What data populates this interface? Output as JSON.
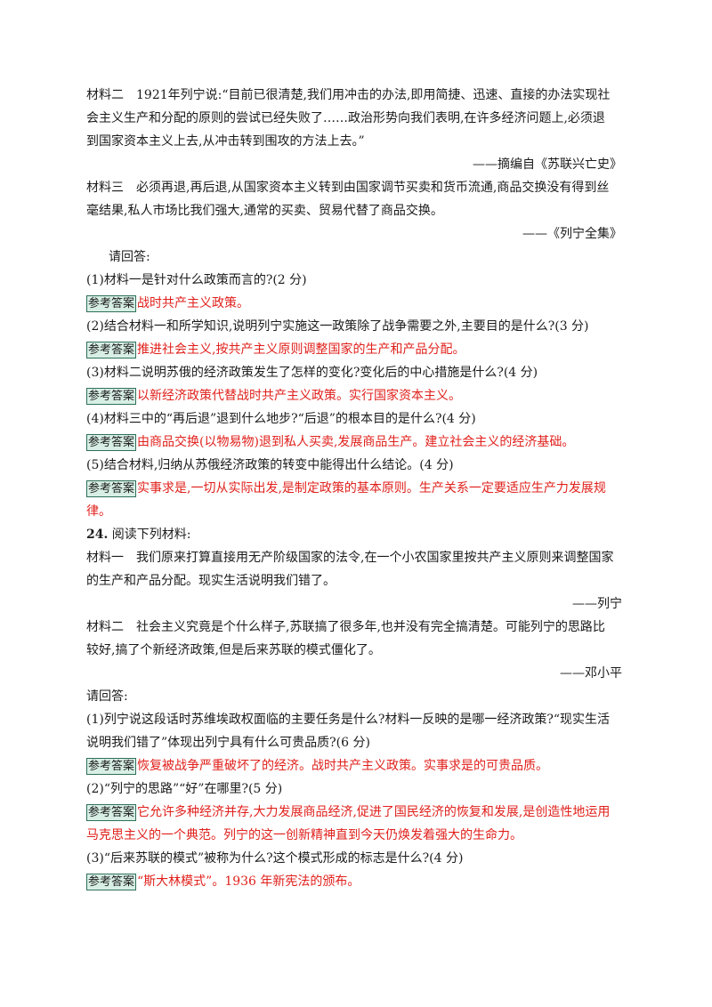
{
  "answer_label": "参考答案",
  "part1": {
    "m2_l1": "材料二　1921年列宁说:“目前已很清楚,我们用冲击的办法,即用简捷、迅速、直接的办法实现社",
    "m2_l2": "会主义生产和分配的原则的尝试已经失败了……政治形势向我们表明,在许多经济问题上,必须退",
    "m2_l3": "到国家资本主义上去,从冲击转到围攻的方法上去。”",
    "m2_src": "——摘编自《苏联兴亡史》",
    "m3_l1": "材料三　必须再退,再后退,从国家资本主义转到由国家调节买卖和货币流通,商品交换没有得到丝",
    "m3_l2": "毫结果,私人市场比我们强大,通常的买卖、贸易代替了商品交换。",
    "m3_src": "——《列宁全集》",
    "prompt": "请回答:",
    "q1": "(1)材料一是针对什么政策而言的?(2 分)",
    "a1": "战时共产主义政策。",
    "q2": "(2)结合材料一和所学知识,说明列宁实施这一政策除了战争需要之外,主要目的是什么?(3 分)",
    "a2": "推进社会主义,按共产主义原则调整国家的生产和产品分配。",
    "q3": "(3)材料二说明苏俄的经济政策发生了怎样的变化?变化后的中心措施是什么?(4 分)",
    "a3": "以新经济政策代替战时共产主义政策。实行国家资本主义。",
    "q4": "(4)材料三中的“再后退”退到什么地步?“后退”的根本目的是什么?(4 分)",
    "a4": "由商品交换(以物易物)退到私人买卖,发展商品生产。建立社会主义的经济基础。",
    "q5": "(5)结合材料,归纳从苏俄经济政策的转变中能得出什么结论。(4 分)",
    "a5_l1": "实事求是,一切从实际出发,是制定政策的基本原则。生产关系一定要适应生产力发展规",
    "a5_l2": "律。"
  },
  "q24": {
    "num": "24.",
    "title": " 阅读下列材料:",
    "m1_l1": "材料一　我们原来打算直接用无产阶级国家的法令,在一个小农国家里按共产主义原则来调整国家",
    "m1_l2": "的生产和产品分配。现实生活说明我们错了。",
    "m1_src": "——列宁",
    "m2_l1": "材料二　社会主义究竟是个什么样子,苏联搞了很多年,也并没有完全搞清楚。可能列宁的思路比",
    "m2_l2": "较好,搞了个新经济政策,但是后来苏联的模式僵化了。",
    "m2_src": "——邓小平",
    "prompt": "请回答:",
    "q1_l1": "(1)列宁说这段话时苏维埃政权面临的主要任务是什么?材料一反映的是哪一经济政策?“现实生活",
    "q1_l2": "说明我们错了”体现出列宁具有什么可贵品质?(6 分)",
    "a1": "恢复被战争严重破坏了的经济。战时共产主义政策。实事求是的可贵品质。",
    "q2": "(2)“列宁的思路”“好”在哪里?(5 分)",
    "a2_l1": "它允许多种经济并存,大力发展商品经济,促进了国民经济的恢复和发展,是创造性地运用",
    "a2_l2": "马克思主义的一个典范。列宁的这一创新精神直到今天仍焕发着强大的生命力。",
    "q3": "(3)“后来苏联的模式”被称为什么?这个模式形成的标志是什么?(4 分)",
    "a3": "“斯大林模式”。1936 年新宪法的颁布。"
  }
}
